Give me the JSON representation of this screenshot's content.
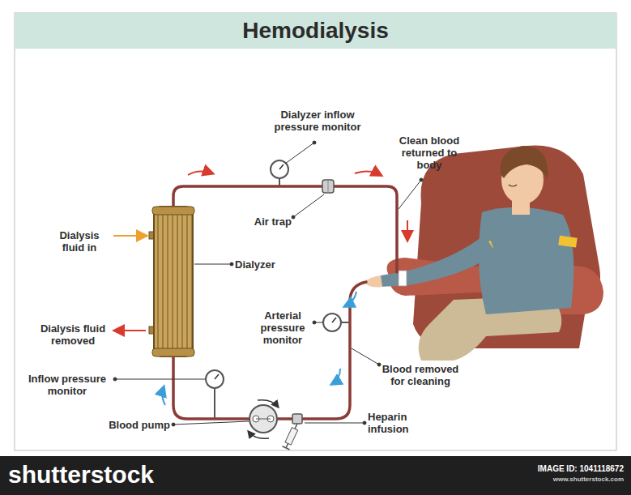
{
  "diagram": {
    "title": "Hemodialysis",
    "labels": [
      "Dialyzer inflow pressure monitor",
      "Clean blood returned to body",
      "Air trap",
      "Dialysis fluid in",
      "Dialyzer",
      "Dialysis fluid removed",
      "Arterial pressure monitor",
      "Blood removed for cleaning",
      "Inflow pressure monitor",
      "Blood pump",
      "Heparin infusion",
      "shutterstock",
      "IMAGE ID: 1041118672",
      "www.shutterstock.com"
    ]
  }
}
